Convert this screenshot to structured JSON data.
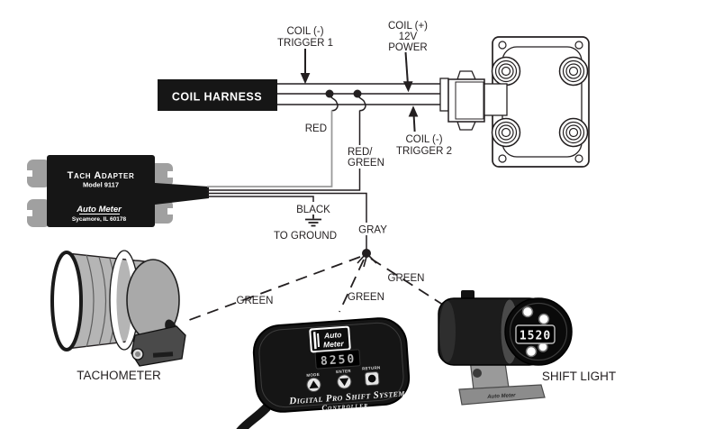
{
  "labels": {
    "trigger1_line1": "COIL (-)",
    "trigger1_line2": "TRIGGER 1",
    "power_line1": "COIL (+)",
    "power_line2": "12V",
    "power_line3": "POWER",
    "trigger2_line1": "COIL (-)",
    "trigger2_line2": "TRIGGER 2",
    "coil_harness": "COIL HARNESS",
    "wire_red": "RED",
    "wire_red_green_line1": "RED/",
    "wire_red_green_line2": "GREEN",
    "wire_black": "BLACK",
    "to_ground": "TO GROUND",
    "wire_gray": "GRAY",
    "green_left": "GREEN",
    "green_middle": "GREEN",
    "green_right": "GREEN",
    "tachometer": "TACHOMETER",
    "shift_light": "SHIFT LIGHT"
  },
  "tach_adapter": {
    "title": "Tach Adapter",
    "model": "Model 9117",
    "brand": "Auto Meter",
    "address": "Sycamore, IL 60178"
  },
  "controller": {
    "brand_line1": "Auto",
    "brand_line2": "Meter",
    "display": "8250",
    "button_mode": "MODE",
    "button_enter": "ENTER",
    "button_return": "RETURN",
    "title": "Digital Pro Shift System",
    "subtitle": "Controller"
  },
  "shift_light": {
    "display": "1520",
    "brand": "Auto Meter"
  },
  "colors": {
    "ink": "#231f20",
    "wire_gray": "#9a9a9a",
    "device_black": "#161616"
  }
}
